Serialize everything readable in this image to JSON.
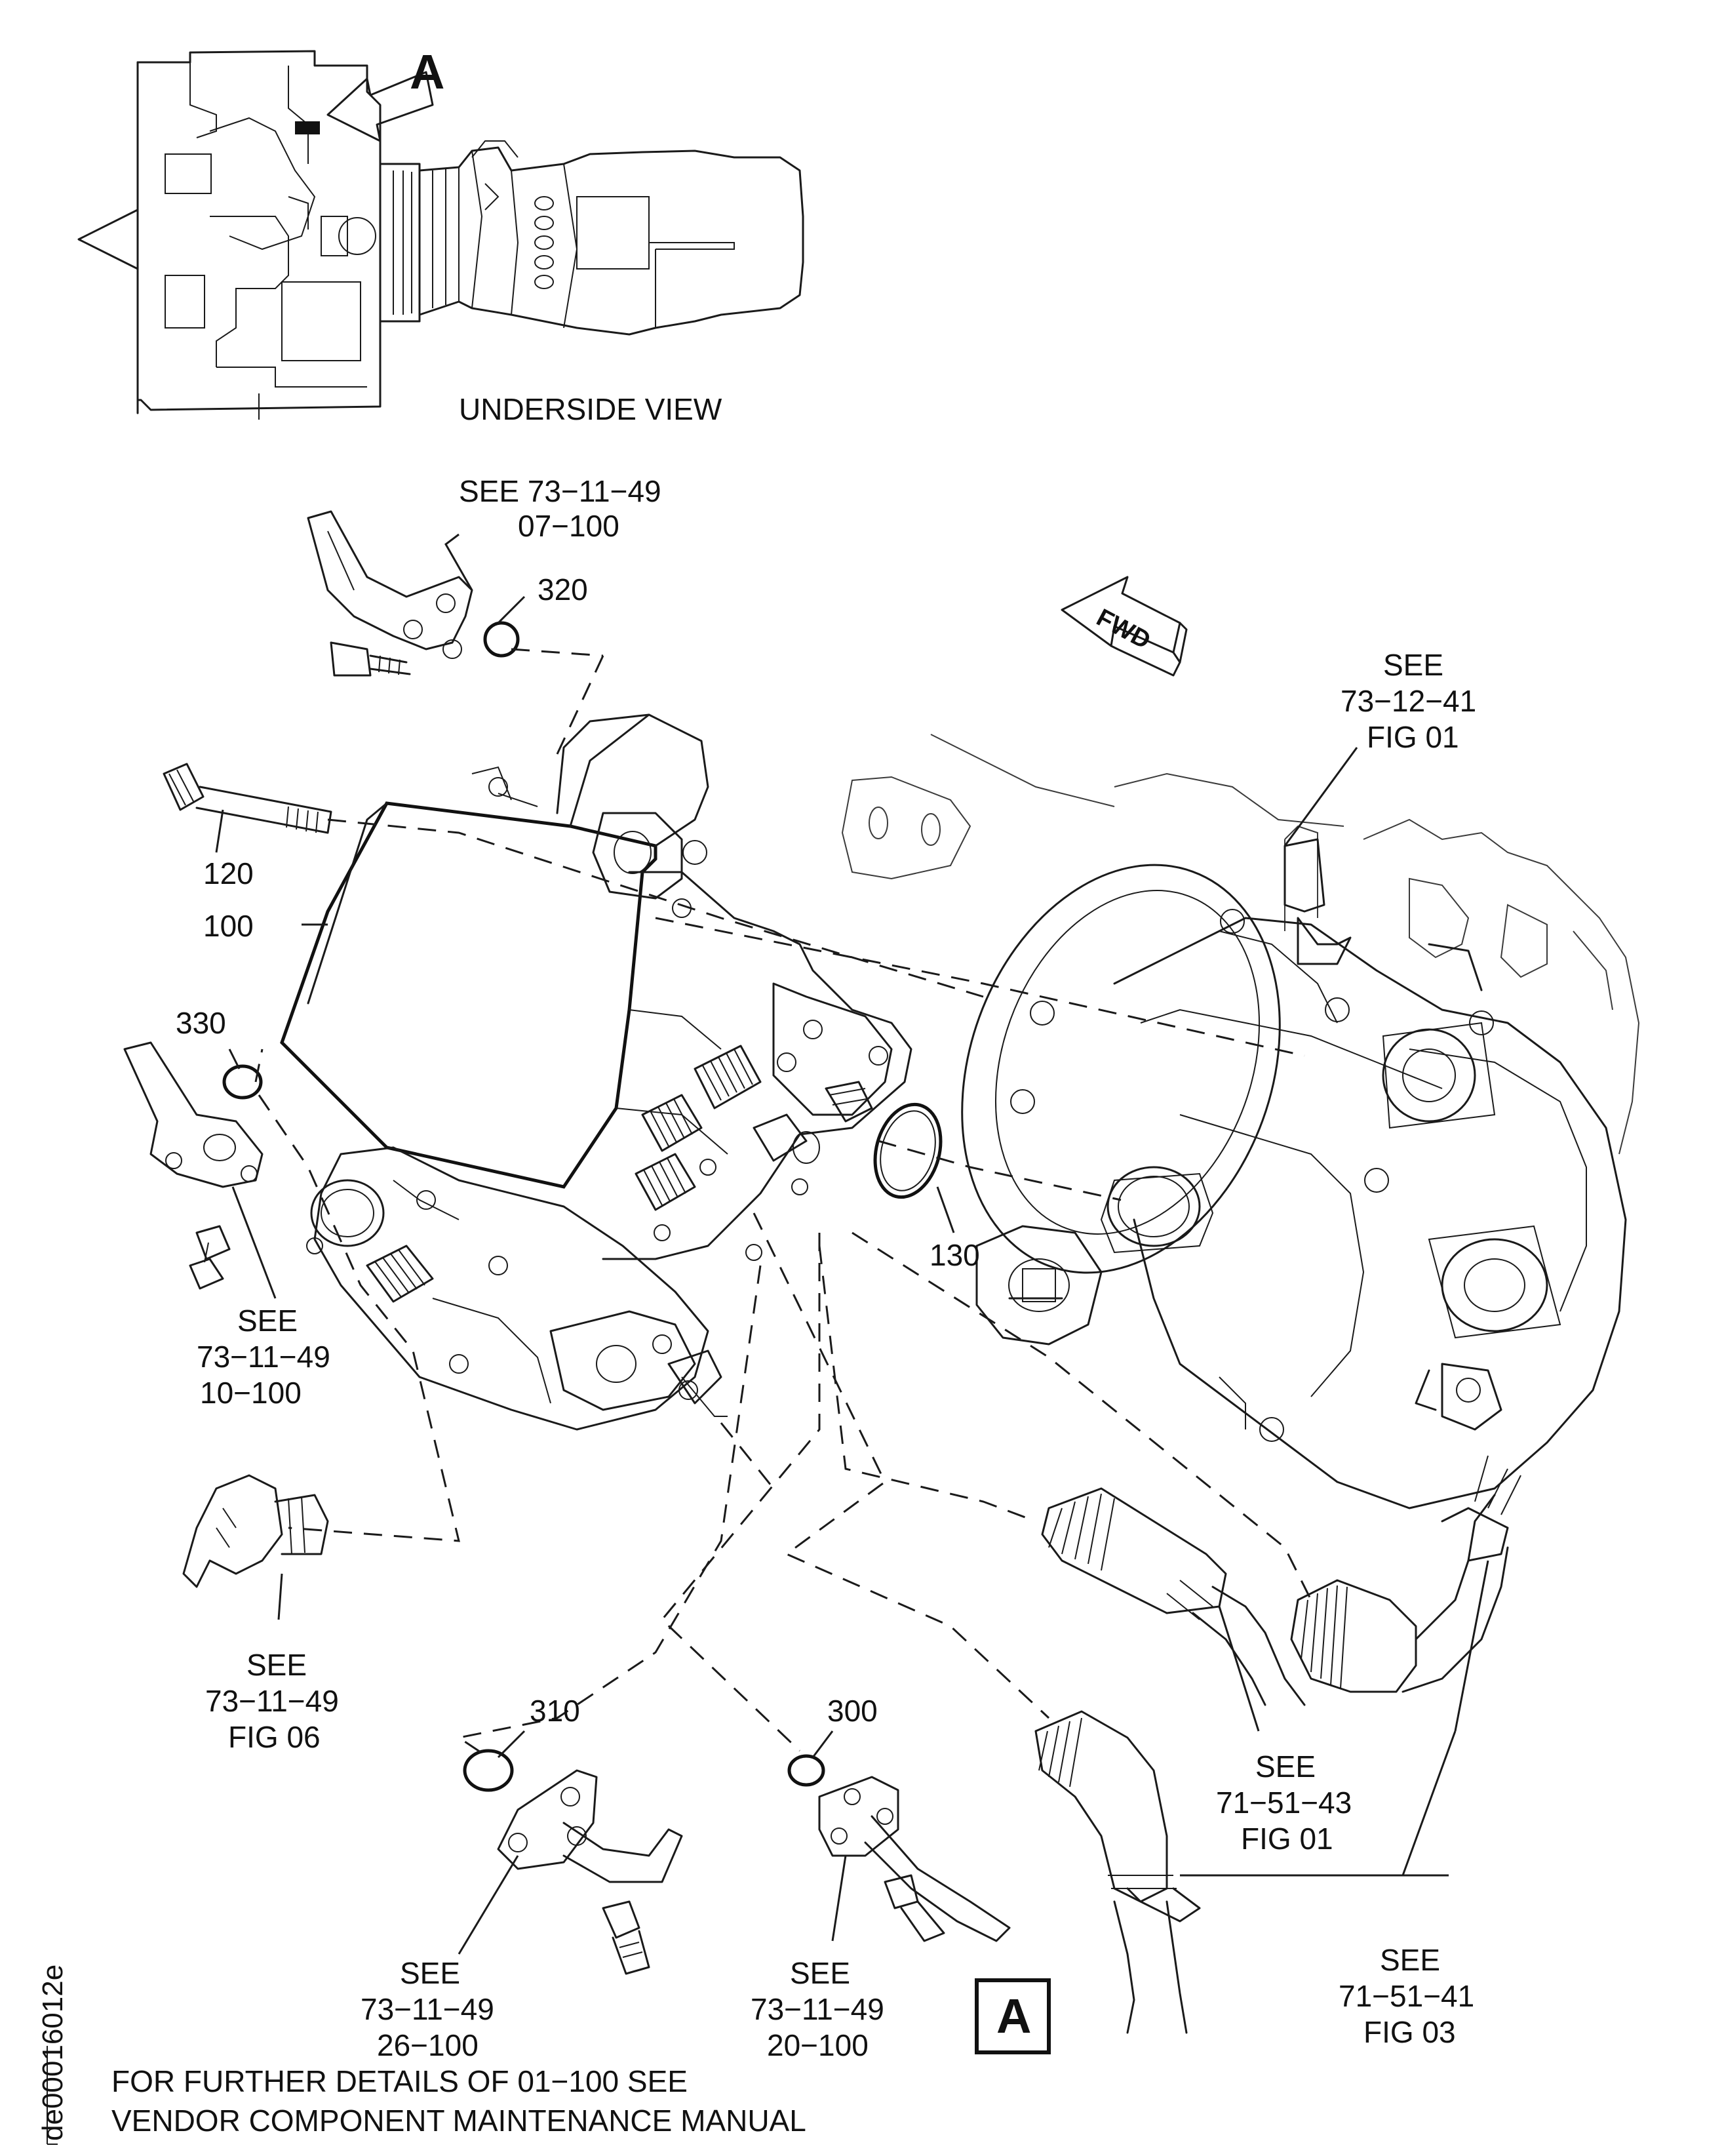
{
  "colors": {
    "line": "#1a1a1a",
    "background": "#ffffff"
  },
  "inset": {
    "view_label": "UNDERSIDE VIEW",
    "view_letter": "A"
  },
  "fwd_arrow": {
    "label": "FWD"
  },
  "callouts": {
    "see_320_ref": {
      "line1": "SEE 73−11−49",
      "line2": "07−100"
    },
    "item_320": "320",
    "item_120": "120",
    "item_100": "100",
    "item_330": "330",
    "item_130": "130",
    "item_310": "310",
    "item_300": "300",
    "see_731241": {
      "line1": "SEE",
      "line2": "73−12−41",
      "line3": "FIG 01"
    },
    "see_731149_10": {
      "line1": "SEE",
      "line2": "73−11−49",
      "line3": "10−100"
    },
    "see_731149_fig06": {
      "line1": "SEE",
      "line2": "73−11−49",
      "line3": "FIG 06"
    },
    "see_731149_26": {
      "line1": "SEE",
      "line2": "73−11−49",
      "line3": "26−100"
    },
    "see_731149_20": {
      "line1": "SEE",
      "line2": "73−11−49",
      "line3": "20−100"
    },
    "see_715143": {
      "line1": "SEE",
      "line2": "71−51−43",
      "line3": "FIG 01"
    },
    "see_715141": {
      "line1": "SEE",
      "line2": "71−51−41",
      "line3": "FIG 03"
    }
  },
  "view_marker": "A",
  "footer_note": {
    "line1": "FOR FURTHER DETAILS OF 01−100 SEE",
    "line2": "VENDOR COMPONENT MAINTENANCE MANUAL"
  },
  "figure_id": "de00016012e"
}
